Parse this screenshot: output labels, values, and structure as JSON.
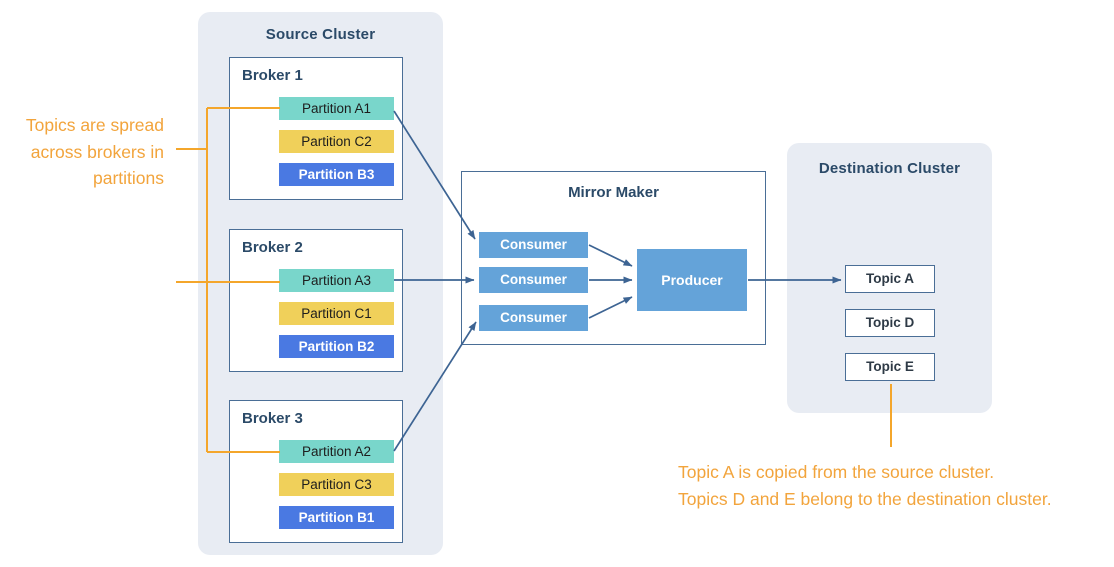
{
  "colors": {
    "annotation_orange": "#F2A43C",
    "line_orange": "#F4A62B",
    "title_navy": "#2B4A68",
    "box_border_blue": "#4A6E96",
    "arrow_blue": "#3D6493",
    "cluster_background": "#E8ECF3",
    "consumer_producer_fill": "#64A3D9",
    "partition_teal": "#79D6CB",
    "partition_yellow": "#F0D05A",
    "partition_blue": "#4A79E2"
  },
  "source_cluster": {
    "title": "Source Cluster",
    "brokers": [
      {
        "label": "Broker 1",
        "partitions": [
          {
            "label": "Partition A1",
            "color": "teal"
          },
          {
            "label": "Partition C2",
            "color": "yellow"
          },
          {
            "label": "Partition B3",
            "color": "blue"
          }
        ]
      },
      {
        "label": "Broker 2",
        "partitions": [
          {
            "label": "Partition A3",
            "color": "teal"
          },
          {
            "label": "Partition C1",
            "color": "yellow"
          },
          {
            "label": "Partition B2",
            "color": "blue"
          }
        ]
      },
      {
        "label": "Broker 3",
        "partitions": [
          {
            "label": "Partition A2",
            "color": "teal"
          },
          {
            "label": "Partition C3",
            "color": "yellow"
          },
          {
            "label": "Partition B1",
            "color": "blue"
          }
        ]
      }
    ]
  },
  "mirror_maker": {
    "title": "Mirror Maker",
    "consumers": [
      "Consumer",
      "Consumer",
      "Consumer"
    ],
    "producer": "Producer"
  },
  "destination_cluster": {
    "title": "Destination Cluster",
    "topics": [
      "Topic A",
      "Topic D",
      "Topic E"
    ]
  },
  "annotations": {
    "left": {
      "lines": [
        "Topics are spread",
        "across brokers in",
        "partitions"
      ]
    },
    "bottom": {
      "lines": [
        "Topic A is copied from the source cluster.",
        "Topics D and E belong to the destination cluster."
      ]
    }
  }
}
